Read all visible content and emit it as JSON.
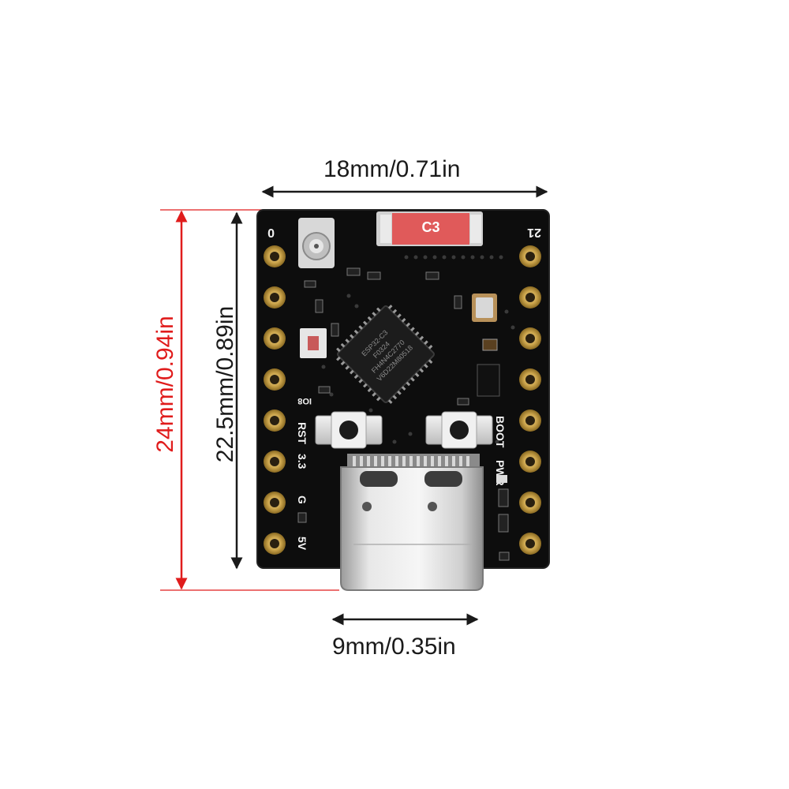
{
  "dimensions": {
    "board_width": "18mm/0.71in",
    "board_height": "24mm/0.94in",
    "pcb_height": "22.5mm/0.89in",
    "usb_width": "9mm/0.35in"
  },
  "board": {
    "chip_marking": [
      "ESP32-C3",
      "F0324",
      "FH4N4C2770",
      "V6D22M80518"
    ],
    "antenna_cap_label": "C3",
    "pin_left_top": "0",
    "pin_right_top": "21",
    "labels": {
      "rst": "RST",
      "boot": "BOOT",
      "io8": "IO8",
      "v33": "3.3",
      "pwr": "PWR",
      "gnd": "G",
      "v5": "5V"
    }
  },
  "colors": {
    "pcb": "#0d0d0d",
    "gold_pad": "#c9a24a",
    "height_marker": "#e01c1c",
    "dimension_line": "#1a1a1a"
  }
}
